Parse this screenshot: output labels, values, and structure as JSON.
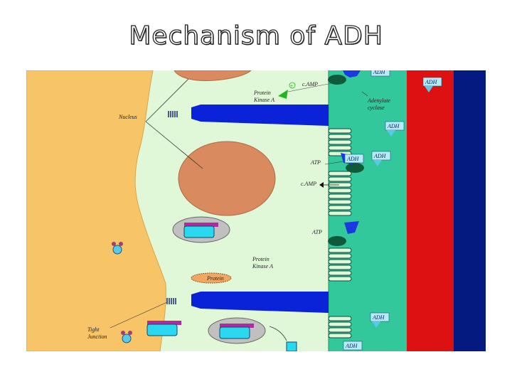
{
  "title": "Mechanism of ADH",
  "labels": {
    "nucleus": "Nucleus",
    "protein_kinase_a": [
      "Protein",
      "Kinase A"
    ],
    "camp": "c.AMP",
    "adenyl_cyclase": [
      "Adenylate",
      "cyclase"
    ],
    "atp": "ATP",
    "protein": "Protein",
    "tight_junction": [
      "Tight",
      "Junction"
    ],
    "plus_sign": "+"
  },
  "hormone_label": "ADH",
  "colors": {
    "tissue": "#f8c468",
    "cytoplasm": "#e0f8d8",
    "membrane_zone": "#33c89c",
    "blood_red": "#dd1111",
    "blood_navy": "#051a80",
    "nucleus": "#d98a5e",
    "channel_blue": "#0a23d8",
    "receptor": "#5ac8e8",
    "kinase_green": "#22b622"
  }
}
